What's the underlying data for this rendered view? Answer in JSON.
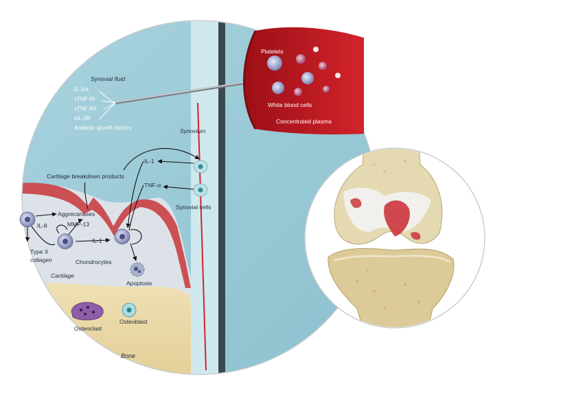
{
  "synovial_fluid": {
    "title": "Synovial fluid",
    "items": [
      "IL-1ra",
      "sTNF-RI",
      "sTNF-RII",
      "sIL-1R",
      "Anabolic growth factors"
    ]
  },
  "prp": {
    "platelets": "Platelets",
    "white_blood_cells": "White blood cells",
    "concentrated_plasma": "Concentrated plasma"
  },
  "synovium": {
    "title": "Synovium",
    "il1": "IL-1",
    "tnf": "TNF-α",
    "synovial_cells": "Synovial cells"
  },
  "cartilage": {
    "breakdown": "Cartilage breakdown products",
    "aggrecanases": "Aggrecanases",
    "il8": "IL-8",
    "mmp13": "MMP-13",
    "il1": "IL-1",
    "type_x_line1": "Type X",
    "type_x_line2": "collagen",
    "chondrocytes": "Chondrocytes",
    "cartilage": "Cartilage",
    "apoptosis": "Apoptosis"
  },
  "bone": {
    "osteoclast": "Osteoclast",
    "osteoblast": "Osteoblast",
    "bone": "Bone"
  },
  "colors": {
    "fluid": "#9ccbd8",
    "cartilage": "#dfe3e8",
    "bone": "#e9d7a6",
    "synovium_membrane": "#cfe8ee",
    "inflamed_red": "#c8262b",
    "prp_red": "#b8151c"
  }
}
